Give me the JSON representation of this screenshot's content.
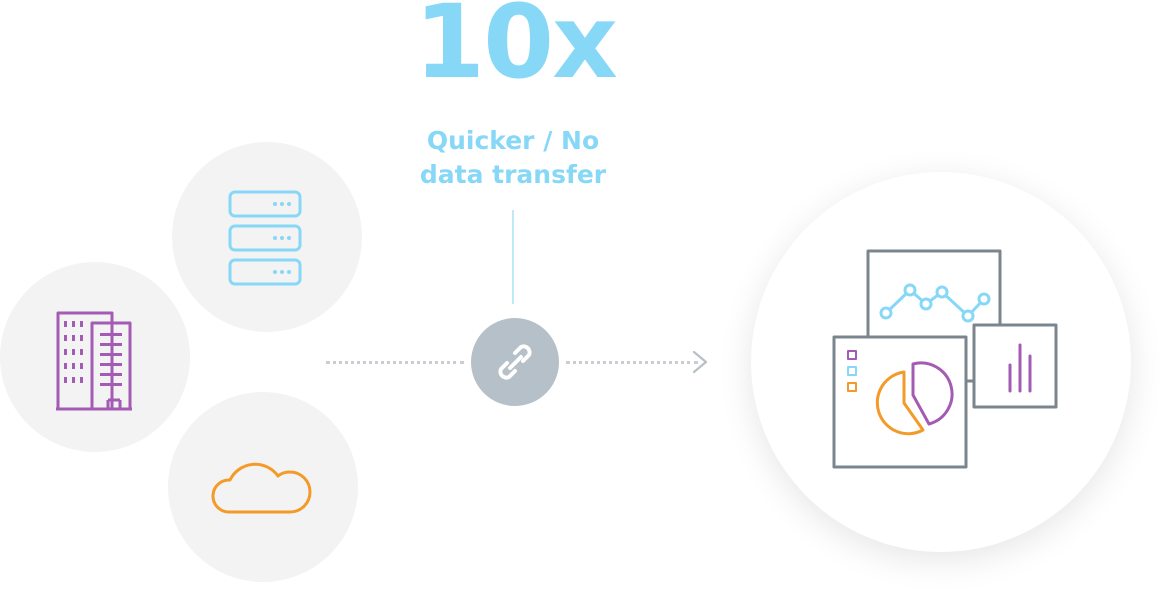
{
  "headline": {
    "value": "10x",
    "subtitle_lines": [
      "Quicker / No",
      "data transfer"
    ]
  },
  "sources": [
    {
      "icon": "server-icon"
    },
    {
      "icon": "building-icon"
    },
    {
      "icon": "cloud-icon"
    }
  ],
  "connection": {
    "icon": "link-icon"
  },
  "destination": {
    "icon": "dashboard-icon"
  },
  "colors": {
    "headline": "#87d7f7",
    "source_circle": "#f3f3f4",
    "link_circle": "#b6c0c8",
    "server": "#87d7f7",
    "building": "#a35bb4",
    "cloud": "#f39a28",
    "dashboard_gray": "#7b858d",
    "dashboard_orange": "#f39a28",
    "dashboard_purple": "#a35bb4",
    "dashboard_blue": "#87d7f7"
  }
}
